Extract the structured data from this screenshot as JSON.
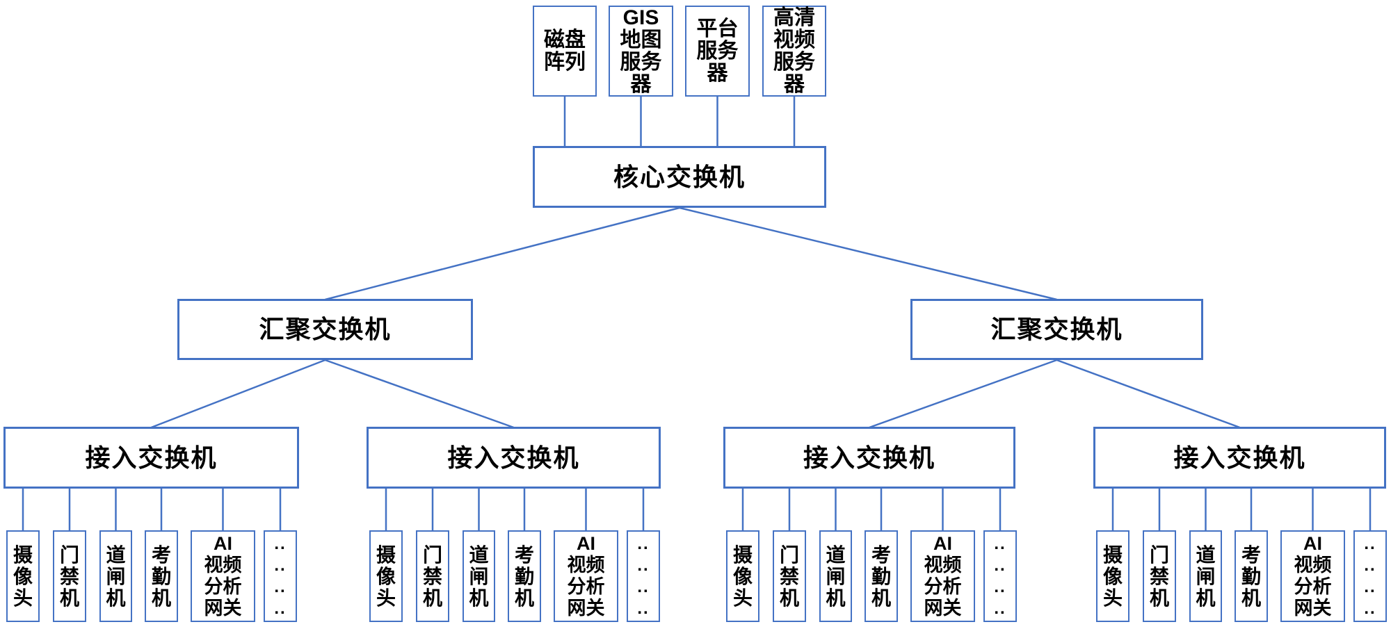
{
  "diagram": {
    "type": "network-topology",
    "colors": {
      "line": "#4472C4",
      "text": "#000000",
      "background": "#FFFFFF"
    },
    "top_servers": [
      {
        "label": "磁盘\n阵列"
      },
      {
        "label": "GIS\n地图\n服务\n器"
      },
      {
        "label": "平台\n服务\n器"
      },
      {
        "label": "高清\n视频\n服务\n器"
      }
    ],
    "core_switch": {
      "label": "核心交换机"
    },
    "aggregation_switches": [
      {
        "label": "汇聚交换机"
      },
      {
        "label": "汇聚交换机"
      }
    ],
    "access_groups": [
      {
        "switch_label": "接入交换机",
        "devices": [
          {
            "label": "摄\n像\n头"
          },
          {
            "label": "门\n禁\n机"
          },
          {
            "label": "道\n闸\n机"
          },
          {
            "label": "考\n勤\n机"
          },
          {
            "label": "AI\n视频\n分析\n网关"
          },
          {
            "label": "..\n..\n..\n.."
          }
        ]
      },
      {
        "switch_label": "接入交换机",
        "devices": [
          {
            "label": "摄\n像\n头"
          },
          {
            "label": "门\n禁\n机"
          },
          {
            "label": "道\n闸\n机"
          },
          {
            "label": "考\n勤\n机"
          },
          {
            "label": "AI\n视频\n分析\n网关"
          },
          {
            "label": "..\n..\n..\n.."
          }
        ]
      },
      {
        "switch_label": "接入交换机",
        "devices": [
          {
            "label": "摄\n像\n头"
          },
          {
            "label": "门\n禁\n机"
          },
          {
            "label": "道\n闸\n机"
          },
          {
            "label": "考\n勤\n机"
          },
          {
            "label": "AI\n视频\n分析\n网关"
          },
          {
            "label": "..\n..\n..\n.."
          }
        ]
      },
      {
        "switch_label": "接入交换机",
        "devices": [
          {
            "label": "摄\n像\n头"
          },
          {
            "label": "门\n禁\n机"
          },
          {
            "label": "道\n闸\n机"
          },
          {
            "label": "考\n勤\n机"
          },
          {
            "label": "AI\n视频\n分析\n网关"
          },
          {
            "label": "..\n..\n..\n.."
          }
        ]
      }
    ]
  }
}
